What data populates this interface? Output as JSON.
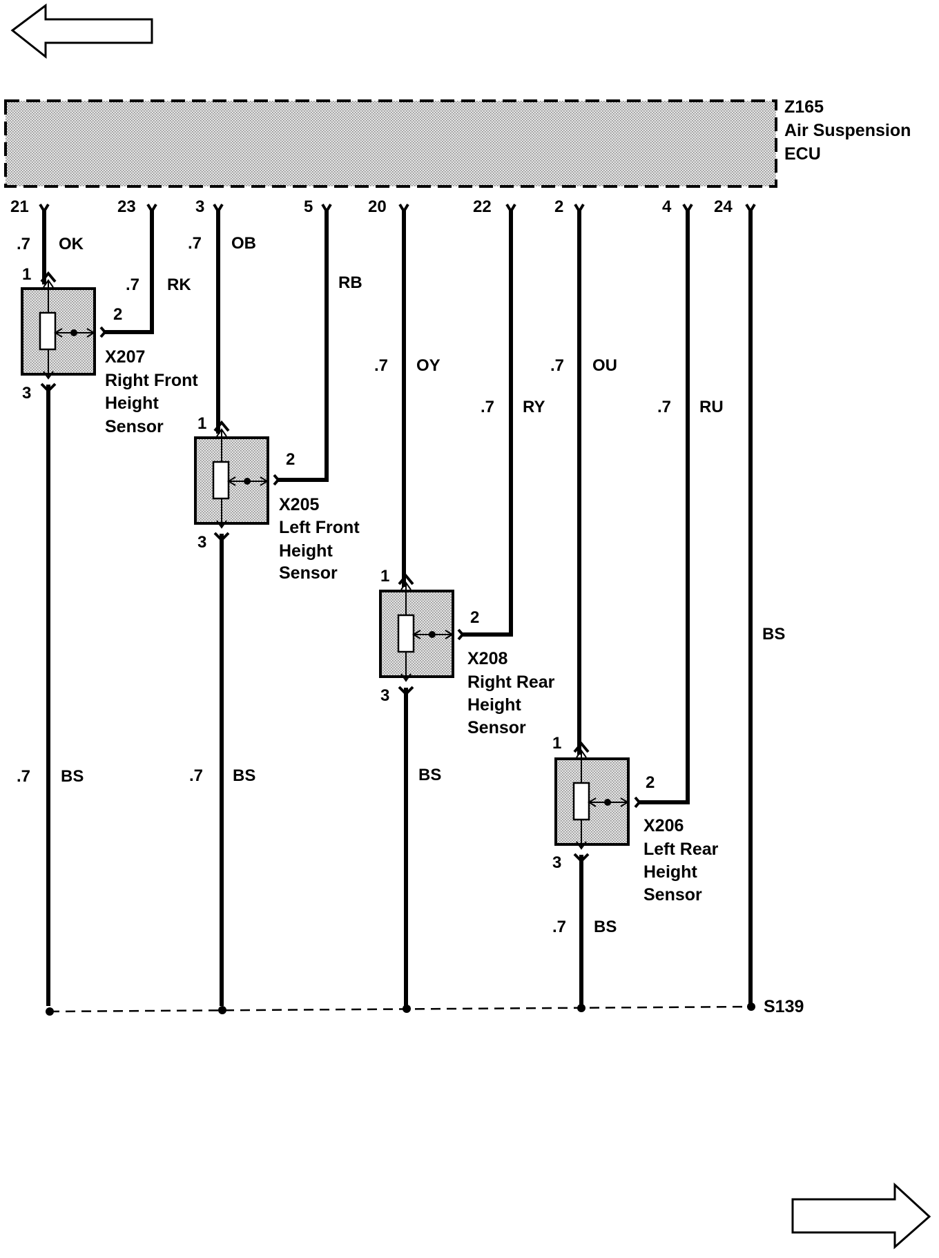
{
  "ecu": {
    "id": "Z165",
    "name_line1": "Air Suspension",
    "name_line2": "ECU"
  },
  "ecu_pins": [
    "21",
    "23",
    "3",
    "5",
    "20",
    "22",
    "2",
    "4",
    "24"
  ],
  "wire_labels": {
    "ok_gauge": ".7",
    "ok_color": "OK",
    "rk_gauge": ".7",
    "rk_color": "RK",
    "ob_gauge": ".7",
    "ob_color": "OB",
    "rb_color": "RB",
    "oy_gauge": ".7",
    "oy_color": "OY",
    "ry_gauge": ".7",
    "ry_color": "RY",
    "ou_gauge": ".7",
    "ou_color": "OU",
    "ru_gauge": ".7",
    "ru_color": "RU",
    "bs_24_color": "BS",
    "bs1_gauge": ".7",
    "bs1_color": "BS",
    "bs2_gauge": ".7",
    "bs2_color": "BS",
    "bs3_color": "BS",
    "bs4_gauge": ".7",
    "bs4_color": "BS"
  },
  "sensors": [
    {
      "id": "X207",
      "line1": "Right Front",
      "line2": "Height",
      "line3": "Sensor",
      "pin1": "1",
      "pin2": "2",
      "pin3": "3"
    },
    {
      "id": "X205",
      "line1": "Left Front",
      "line2": "Height",
      "line3": "Sensor",
      "pin1": "1",
      "pin2": "2",
      "pin3": "3"
    },
    {
      "id": "X208",
      "line1": "Right Rear",
      "line2": "Height",
      "line3": "Sensor",
      "pin1": "1",
      "pin2": "2",
      "pin3": "3"
    },
    {
      "id": "X206",
      "line1": "Left Rear",
      "line2": "Height",
      "line3": "Sensor",
      "pin1": "1",
      "pin2": "2",
      "pin3": "3"
    }
  ],
  "splice": {
    "id": "S139"
  },
  "nav": {
    "prev_icon": "left-arrow-icon",
    "next_icon": "right-arrow-icon"
  }
}
